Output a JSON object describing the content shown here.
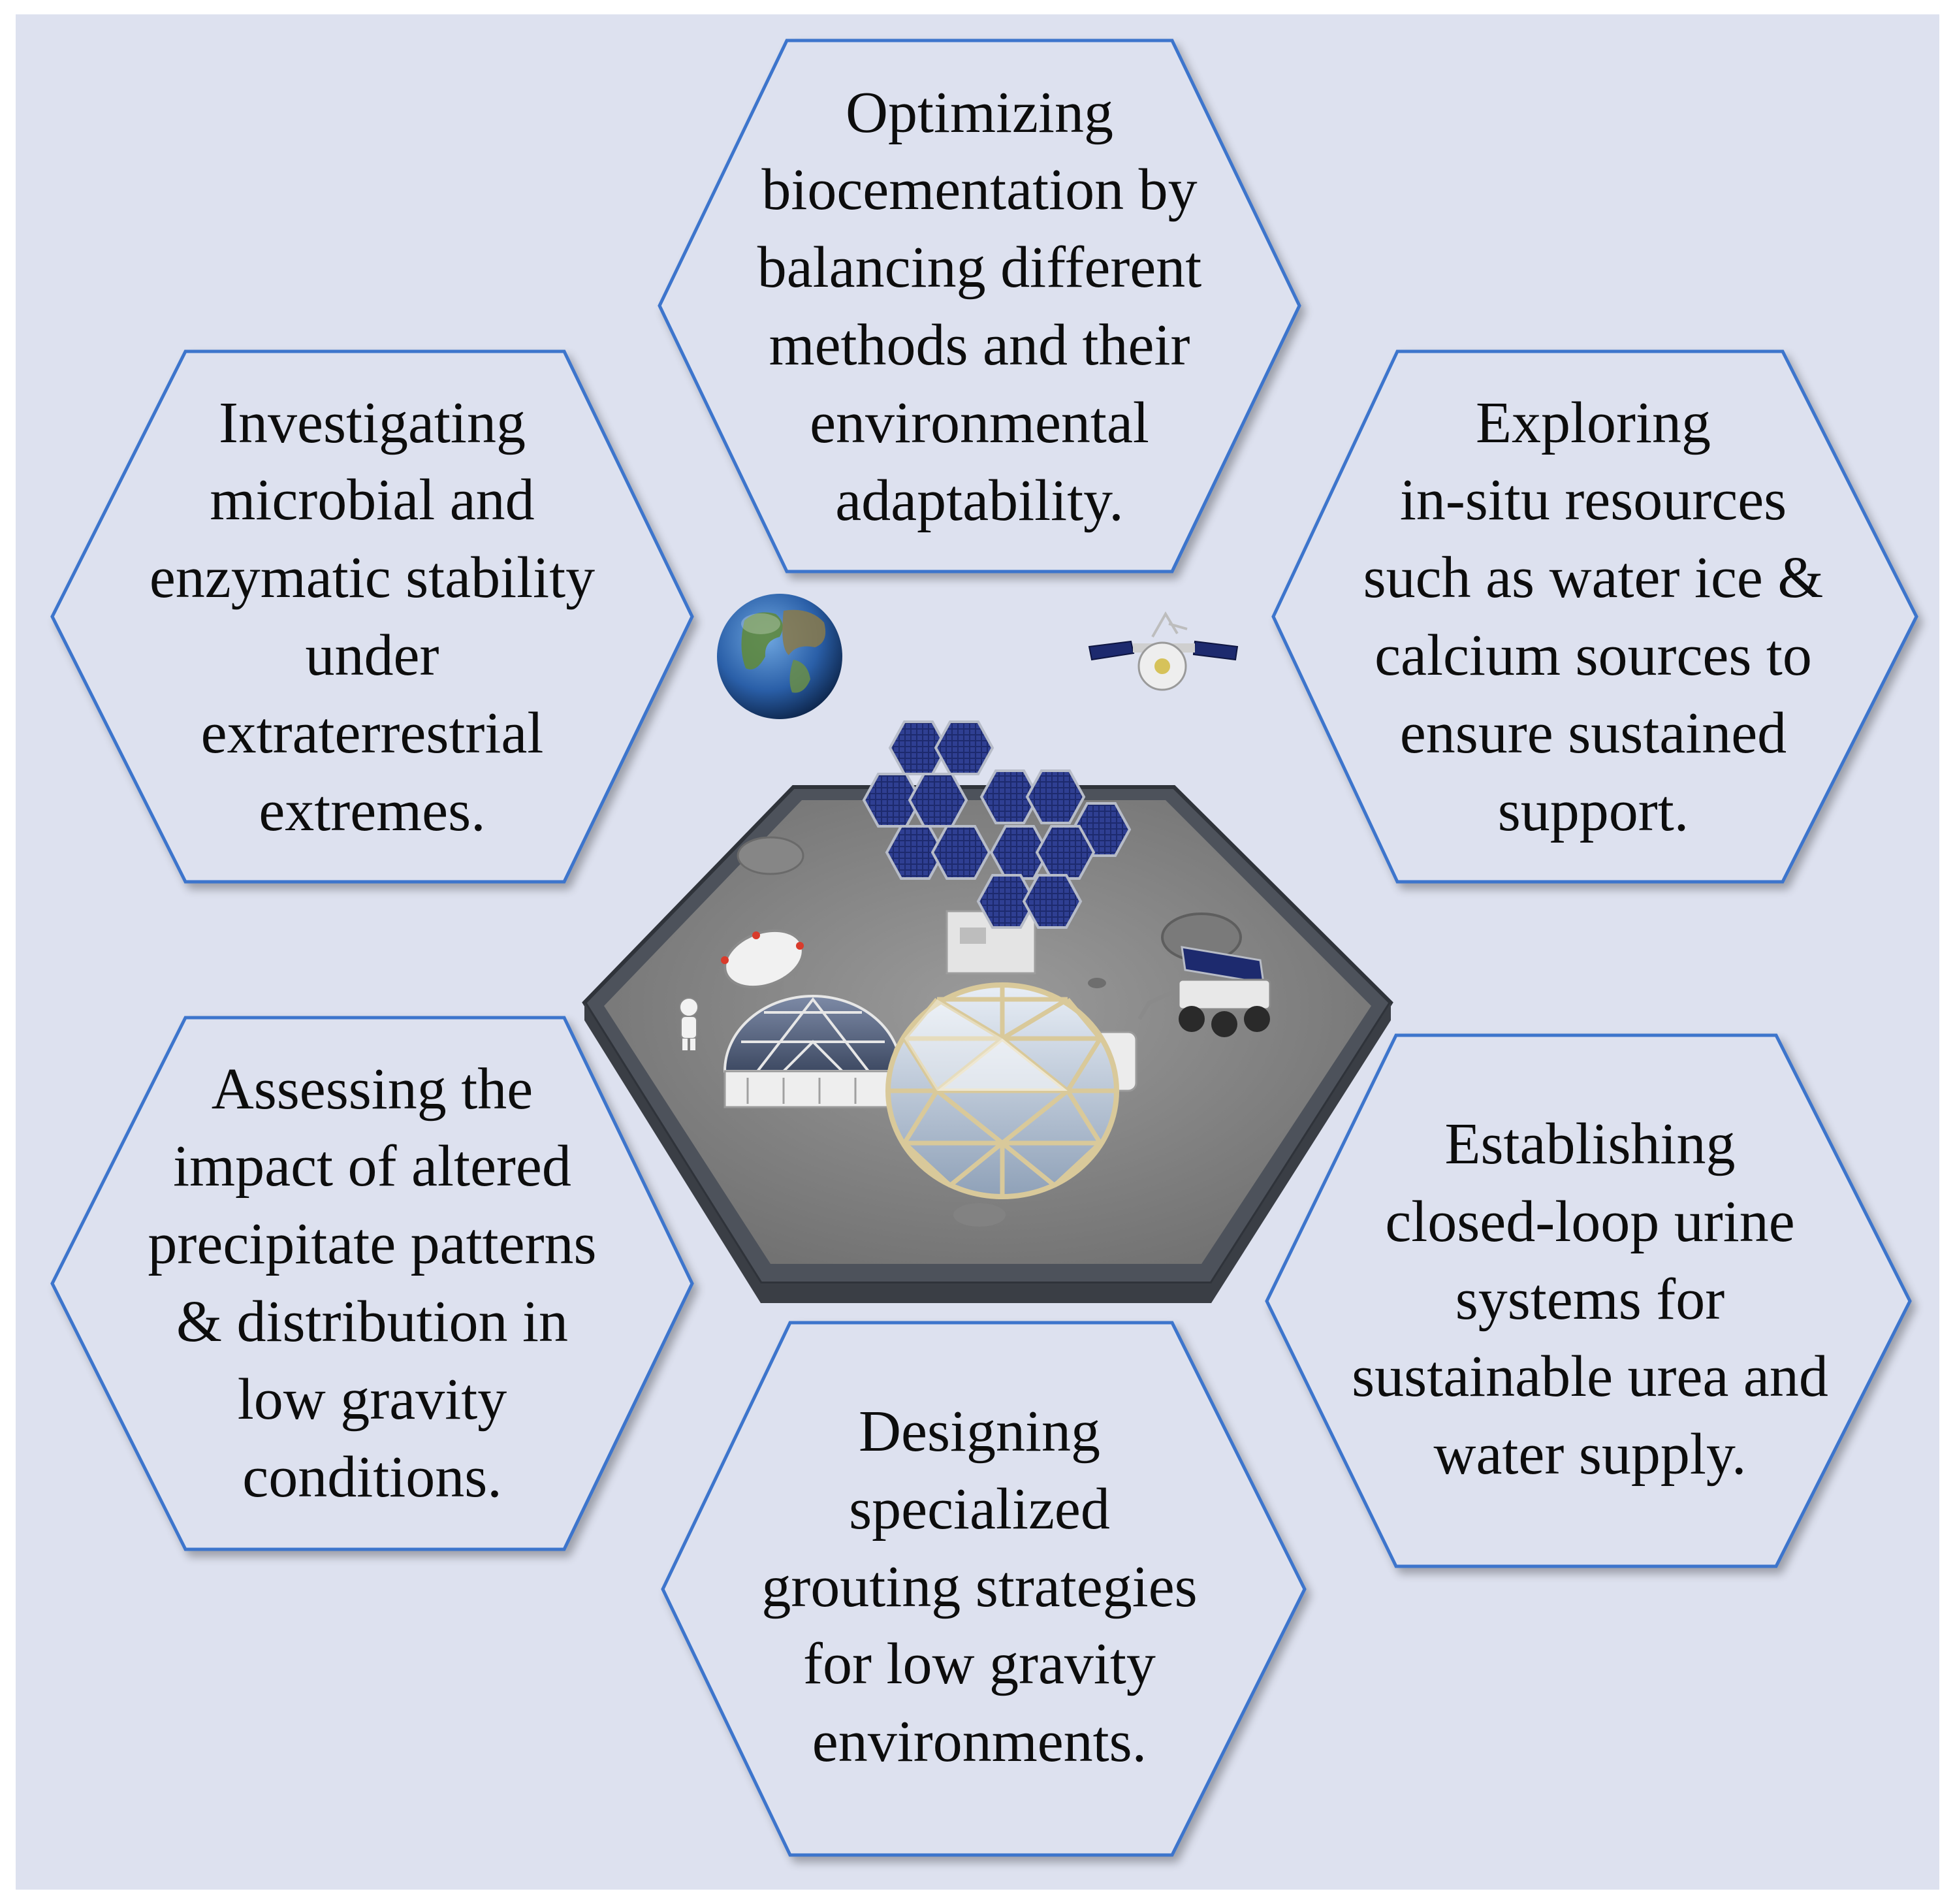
{
  "hexagons": {
    "top": "Optimizing\nbiocementation by\nbalancing different\nmethods and their\nenvironmental\nadaptability.",
    "upper_left": "Investigating\nmicrobial and\nenzymatic stability\nunder\nextraterrestrial\nextremes.",
    "upper_right": "Exploring\nin-situ resources\nsuch as water ice &\ncalcium sources to\nensure sustained\nsupport.",
    "lower_left": "Assessing the\nimpact of altered\nprecipitate patterns\n& distribution in\nlow gravity\nconditions.",
    "lower_right": "Establishing\nclosed-loop urine\nsystems for\nsustainable urea and\nwater supply.",
    "bottom": "Designing\nspecialized\ngrouting strategies\nfor low gravity\nenvironments."
  },
  "colors": {
    "background": "#dde1ef",
    "hex_border": "#3d74cc",
    "hex_fill": "#dde1ef",
    "base_rim": "#4d525b",
    "moon_floor": "#8c8c8c",
    "solar_panel": "#1d2a6e"
  },
  "icons": [
    "earth-icon",
    "satellite-icon",
    "lunar-base-illustration",
    "solar-array-icon",
    "habitat-dome-icon",
    "rover-icon",
    "astronaut-icon",
    "antenna-dish-icon"
  ]
}
